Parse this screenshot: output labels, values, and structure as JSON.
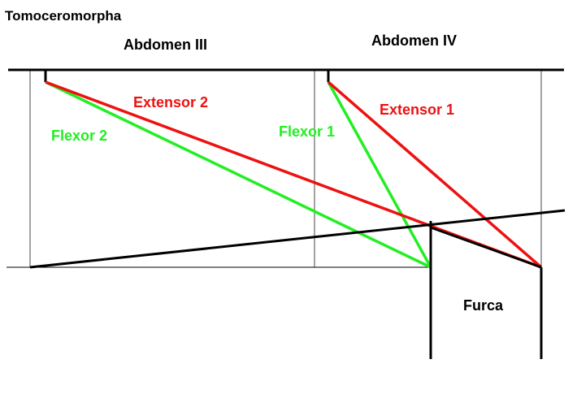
{
  "title": "Tomoceromorpha",
  "segments": {
    "abdomen_3": "Abdomen III",
    "abdomen_4": "Abdomen IV"
  },
  "muscles": {
    "extensor_2": "Extensor 2",
    "flexor_2": "Flexor 2",
    "flexor_1": "Flexor 1",
    "extensor_1": "Extensor 1"
  },
  "furca_label": "Furca",
  "colors": {
    "extensor": "#ee1111",
    "flexor": "#22ee22",
    "structure": "#000000",
    "segment_line": "#444444"
  }
}
